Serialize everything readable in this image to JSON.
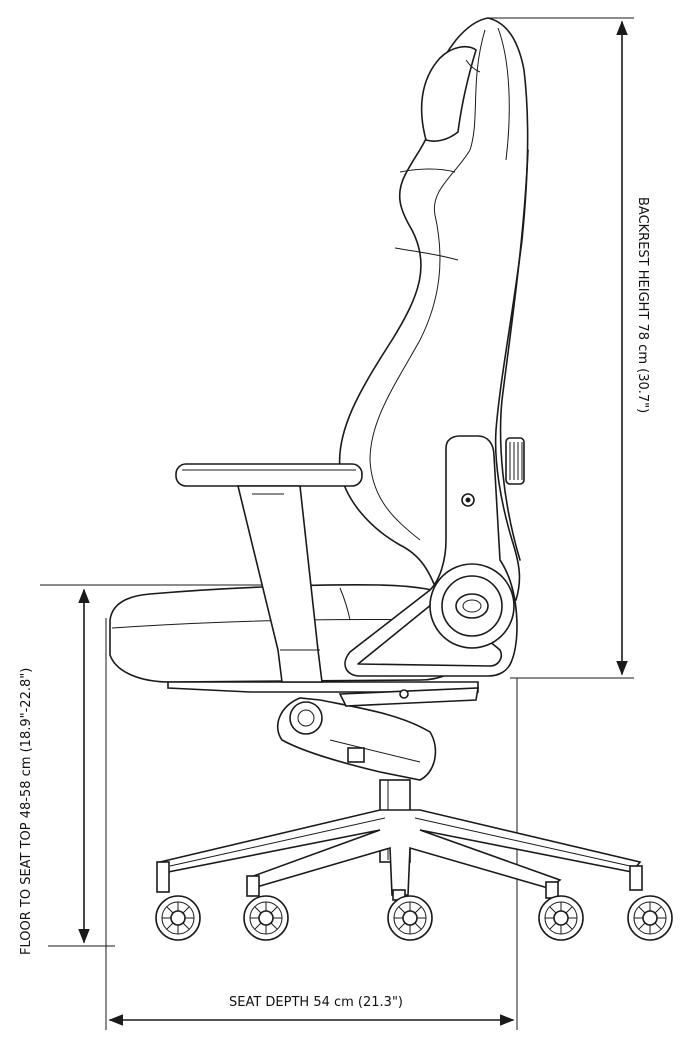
{
  "dimensions": {
    "backrest_height": "BACKREST HEIGHT 78 cm (30.7\")",
    "floor_to_seat": "FLOOR TO SEAT TOP 48-58 cm (18.9\"-22.8\")",
    "seat_depth": "SEAT DEPTH 54 cm (21.3\")"
  },
  "colors": {
    "ink": "#1a1a1a",
    "background": "#ffffff"
  }
}
